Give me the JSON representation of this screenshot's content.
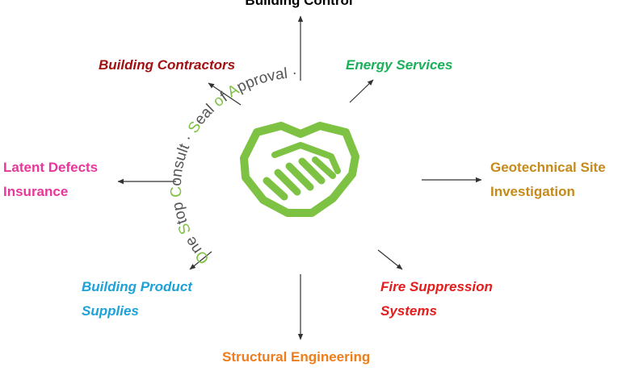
{
  "colors": {
    "building_control": "#000000",
    "building_contractors": "#a01010",
    "energy_services": "#1ab05a",
    "latent_defects": "#e8369c",
    "geotechnical": "#c68a1a",
    "building_product": "#1da2d8",
    "fire_suppression": "#e51c1c",
    "structural": "#ee7d1a",
    "handshake": "#7dc242",
    "ring_text": "#555555",
    "arrow": "#333333"
  },
  "icons": [
    "handshake-icon"
  ],
  "labels": {
    "building_control": "Building Control",
    "building_contractors": "Building Contractors",
    "energy_services": "Energy Services",
    "latent_defects_line1": "Latent Defects",
    "latent_defects_line2": "Insurance",
    "geotechnical_line1": "Geotechnical Site",
    "geotechnical_line2": "Investigation",
    "building_product_line1": "Building Product",
    "building_product_line2": "Supplies",
    "fire_suppression_line1": "Fire Suppression",
    "fire_suppression_line2": "Systems",
    "structural": "Structural Engineering"
  },
  "ring": {
    "segments": [
      {
        "prefix": "",
        "letter": "O",
        "rest": "ne "
      },
      {
        "prefix": "",
        "letter": "S",
        "rest": "top "
      },
      {
        "prefix": "",
        "letter": "C",
        "rest": "onsult · "
      },
      {
        "prefix": "",
        "letter": "S",
        "rest": "eal "
      },
      {
        "prefix": "",
        "letter": "o",
        "rest": "f "
      },
      {
        "prefix": "",
        "letter": "A",
        "rest": "pproval · "
      }
    ]
  }
}
